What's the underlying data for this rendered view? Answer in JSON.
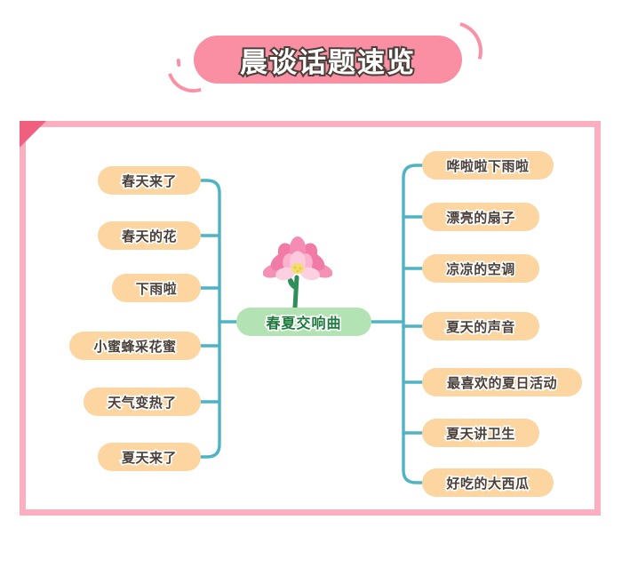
{
  "header": {
    "title": "晨谈话题速览",
    "banner_color": "#fa8fa3",
    "title_color": "#ffffff",
    "title_outline_color": "#4a3f39"
  },
  "frame": {
    "border_color": "#fbafc0",
    "corner_fold_color": "#ef5f7e"
  },
  "mindmap": {
    "connector_color": "#4eb3c4",
    "center": {
      "label": "春夏交响曲",
      "fill": "#b3e3b5",
      "text_color": "#1e7a3c"
    },
    "branch_fill": "#fcd5a0",
    "branch_text_color": "#4a3f39",
    "left_nodes": [
      {
        "label": "春天来了"
      },
      {
        "label": "春天的花"
      },
      {
        "label": "下雨啦"
      },
      {
        "label": "小蜜蜂采花蜜"
      },
      {
        "label": "天气变热了"
      },
      {
        "label": "夏天来了"
      }
    ],
    "right_nodes": [
      {
        "label": "哗啦啦下雨啦"
      },
      {
        "label": "漂亮的扇子"
      },
      {
        "label": "凉凉的空调"
      },
      {
        "label": "夏天的声音"
      },
      {
        "label": "最喜欢的夏日活动"
      },
      {
        "label": "夏天讲卫生"
      },
      {
        "label": "好吃的大西瓜"
      }
    ],
    "decoration": {
      "icon": "lotus-flower",
      "petal_color": "#f27ba6",
      "petal_light_color": "#fbc3d6",
      "center_color": "#f2dd6e",
      "stem_color": "#2f8f5b"
    }
  }
}
